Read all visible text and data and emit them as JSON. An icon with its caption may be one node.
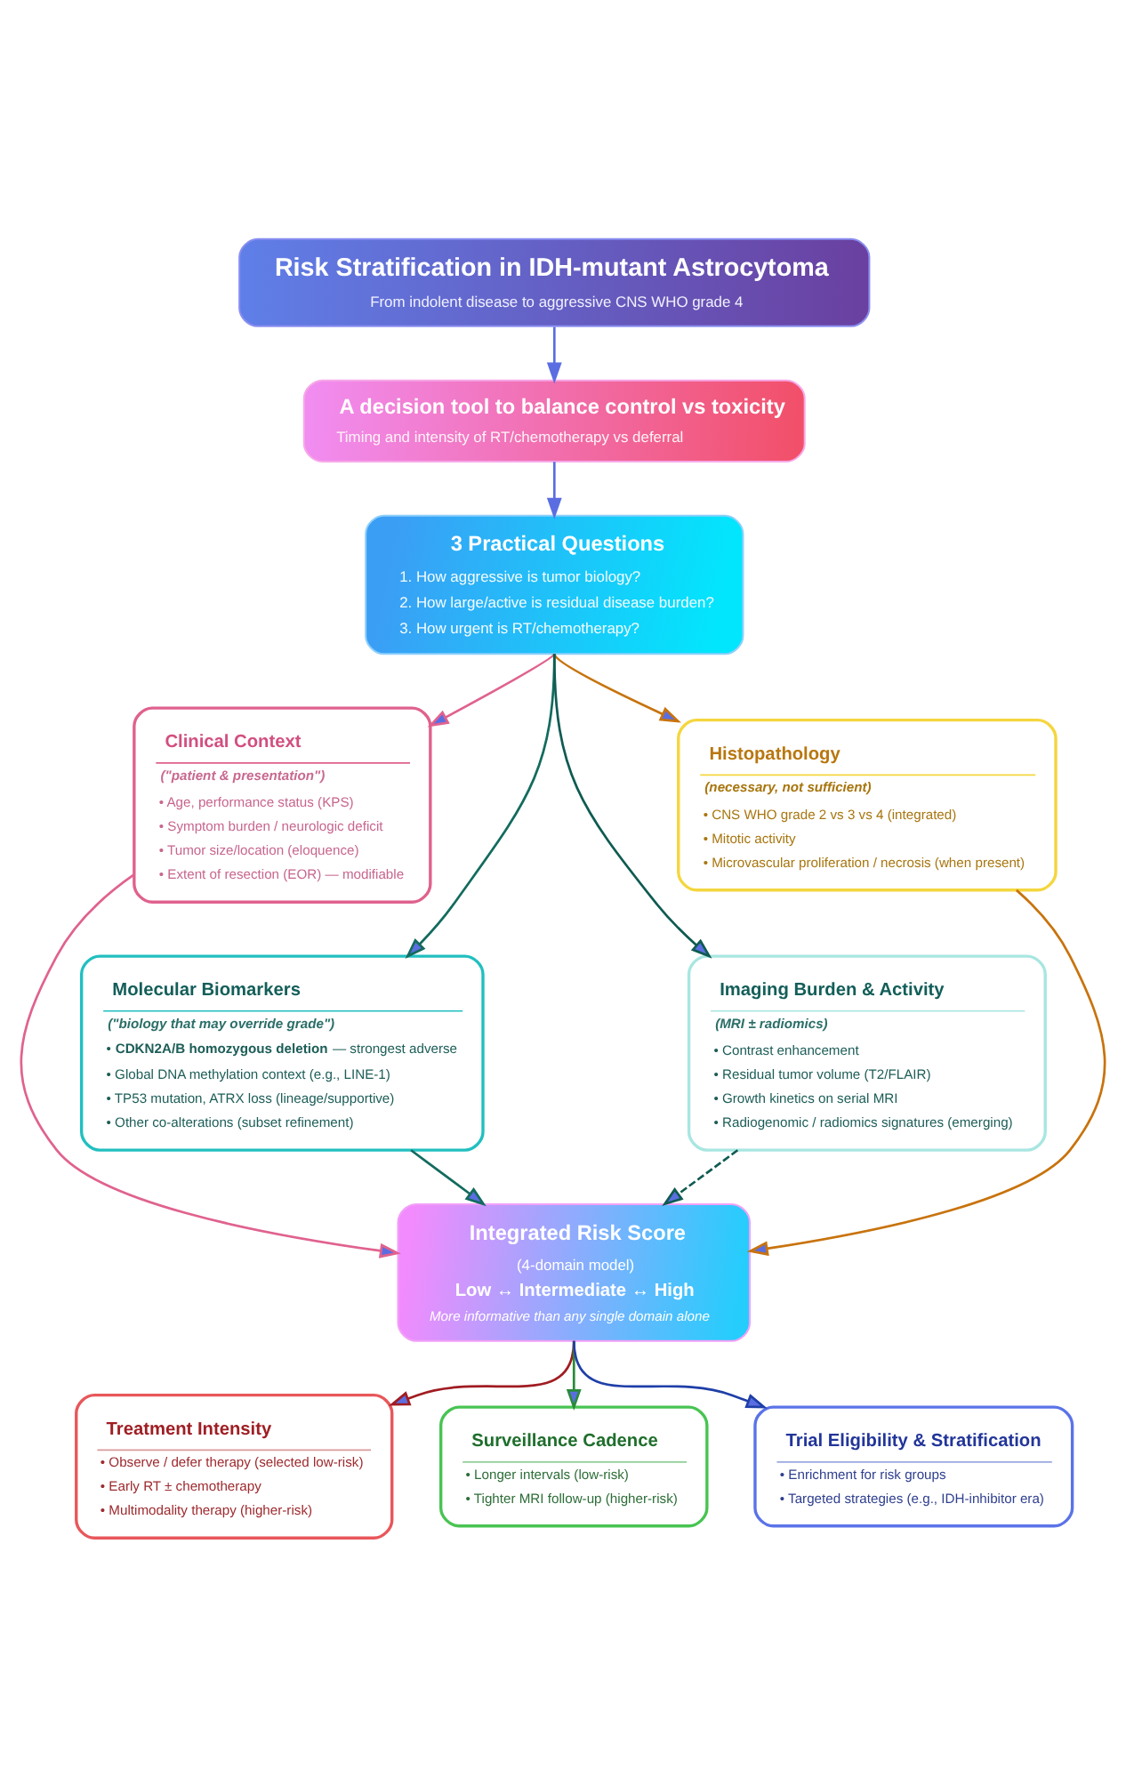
{
  "diagram": {
    "nodes": [
      {
        "text": [
          "Risk Stratification in IDH-mutant Astrocytoma",
          "From indolent disease to aggressive CNS WHO grade 4"
        ]
      },
      {
        "text": [
          "A decision tool to balance control vs toxicity",
          "Timing and intensity of RT/chemotherapy vs deferral"
        ]
      },
      {
        "text": [
          "3 Practical Questions",
          "1. How aggressive is tumor biology?",
          "2. How large/active is residual disease burden?",
          "3. How urgent is RT/chemotherapy?"
        ]
      },
      {
        "text": [
          "Clinical Context",
          "(\"patient & presentation\")",
          "• Age, performance status (KPS)",
          "• Symptom burden / neurologic deficit",
          "• Tumor size/location (eloquence)",
          "• Extent of resection (EOR) — modifiable"
        ]
      },
      {
        "text": [
          "Histopathology",
          "(necessary, not sufficient)",
          "• CNS WHO grade 2 vs 3 vs 4 (integrated)",
          "• Mitotic activity",
          "• Microvascular proliferation / necrosis (when present)"
        ]
      },
      {
        "text": [
          "Molecular Biomarkers",
          "(\"biology that may override grade\")",
          "• **CDKN2A/B homozygous deletion** — strongest adverse",
          "• Global DNA methylation context (e.g., LINE-1)",
          "• TP53 mutation, ATRX loss (lineage/supportive)",
          "• Other co-alterations (subset refinement)"
        ]
      },
      {
        "text": [
          "Imaging Burden & Activity",
          "(MRI ± radiomics)",
          "• Contrast enhancement",
          "• Residual tumor volume (T2/FLAIR)",
          "• Growth kinetics on serial MRI",
          "• Radiogenomic / radiomics signatures (emerging)"
        ]
      },
      {
        "text": [
          "Integrated Risk Score",
          "(4-domain model)",
          "Low ↔ Intermediate ↔ High",
          "More informative than any single domain alone"
        ]
      },
      {
        "text": [
          "Treatment Intensity",
          "• Observe / defer therapy (selected low-risk)",
          "• Early RT ± chemotherapy",
          "• Multimodality therapy (higher-risk)"
        ]
      },
      {
        "text": [
          "Surveillance Cadence",
          "• Longer intervals (low-risk)",
          "• Tighter MRI follow-up (higher-risk)"
        ]
      },
      {
        "text": [
          "Trial Eligibility & Stratification",
          "• Enrichment for risk groups",
          "• Targeted strategies (e.g., IDH-inhibitor era)"
        ]
      }
    ],
    "edges": [
      {
        "from": 0,
        "to": 1,
        "arrow": "to"
      },
      {
        "from": 1,
        "to": 2,
        "arrow": "to"
      },
      {
        "from": 2,
        "to": 3,
        "arrow": "to",
        "color": "#e0628f"
      },
      {
        "from": 2,
        "to": 4,
        "arrow": "to",
        "color": "#c8730d"
      },
      {
        "from": 2,
        "to": 5,
        "arrow": "to",
        "color": "#136b5e"
      },
      {
        "from": 2,
        "to": 6,
        "arrow": "to",
        "color": "#0f5b52"
      },
      {
        "from": 3,
        "to": 7,
        "arrow": "to",
        "color": "#e0628f"
      },
      {
        "from": 4,
        "to": 7,
        "arrow": "to",
        "color": "#c8730d"
      },
      {
        "from": 5,
        "to": 7,
        "arrow": "to",
        "color": "#136b5e"
      },
      {
        "from": 6,
        "to": 7,
        "arrow": "to",
        "style": "dashed",
        "color": "#0f5b52"
      },
      {
        "from": 7,
        "to": 8,
        "arrow": "to",
        "color": "#a01c22"
      },
      {
        "from": 7,
        "to": 9,
        "arrow": "to",
        "color": "#2a8a3a"
      },
      {
        "from": 7,
        "to": 10,
        "arrow": "to",
        "color": "#1f3fa8"
      }
    ]
  }
}
